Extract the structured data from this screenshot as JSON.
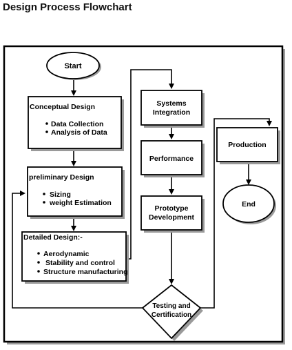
{
  "page": {
    "title": "Design Process Flowchart"
  },
  "colors": {
    "stroke": "#000000",
    "shadow": "#9a9a9a",
    "fill": "#ffffff",
    "text": "#000000"
  },
  "nodes": {
    "start": "Start",
    "conceptual": {
      "title": "Conceptual Design",
      "bullets": [
        "Data Collection",
        "Analysis of Data"
      ]
    },
    "preliminary": {
      "title": "preliminary Design",
      "bullets": [
        "Sizing",
        "weight Estimation"
      ]
    },
    "detailed": {
      "title": "Detailed Design:-",
      "bullets": [
        "Aerodynamic",
        "Stability and control",
        "Structure manufacturing"
      ]
    },
    "systems": [
      "Systems",
      "Integration"
    ],
    "performance": "Performance",
    "prototype": [
      "Prototype",
      "Development"
    ],
    "testing": [
      "Testing and",
      "Certification"
    ],
    "production": "Production",
    "end": "End"
  }
}
